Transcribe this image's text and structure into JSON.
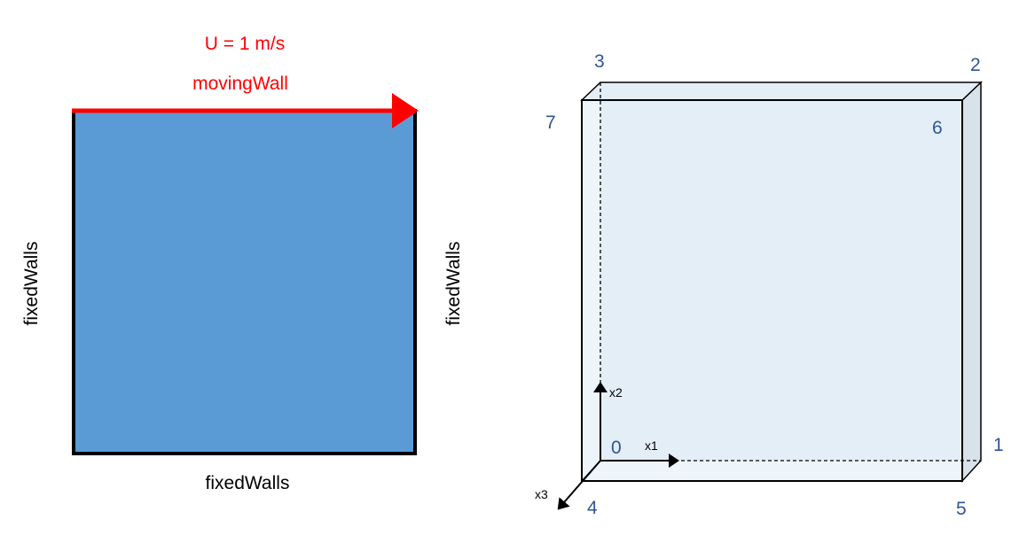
{
  "left_panel": {
    "velocity_label": "U = 1 m/s",
    "moving_wall_label": "movingWall",
    "left_wall_label": "fixedWalls",
    "right_wall_label": "fixedWalls",
    "bottom_wall_label": "fixedWalls",
    "colors": {
      "cavity_fill": "#5b9bd5",
      "moving_wall": "#ff0000",
      "wall_stroke": "#000000"
    }
  },
  "right_panel": {
    "vertices": {
      "v0": "0",
      "v1": "1",
      "v2": "2",
      "v3": "3",
      "v4": "4",
      "v5": "5",
      "v6": "6",
      "v7": "7"
    },
    "axes": {
      "x1": "x1",
      "x2": "x2",
      "x3": "x3"
    },
    "colors": {
      "box_fill": "#e4eef7",
      "side_fill": "#d9e2ea",
      "vertex_label": "#2f5597"
    }
  }
}
